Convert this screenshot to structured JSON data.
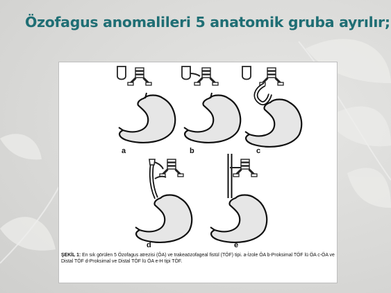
{
  "slide": {
    "title": "Özofagus anomalileri 5 anatomik gruba ayrılır;"
  },
  "figure": {
    "labels": [
      "a",
      "b",
      "c",
      "d",
      "e"
    ],
    "caption_lead": "ŞEKİL 1:",
    "caption_body": " En sık görülen 5 Özofagus atrezisi (ÖA) ve trakeaözofageal fistül (TÖF) tipi. a-İzole ÖA  b-Proksimal TÖF lü ÖA  c-ÖA ve Distal TÖF d-Proksimal ve Distal TÖF lü ÖA  e-H tipi TÖF."
  }
}
